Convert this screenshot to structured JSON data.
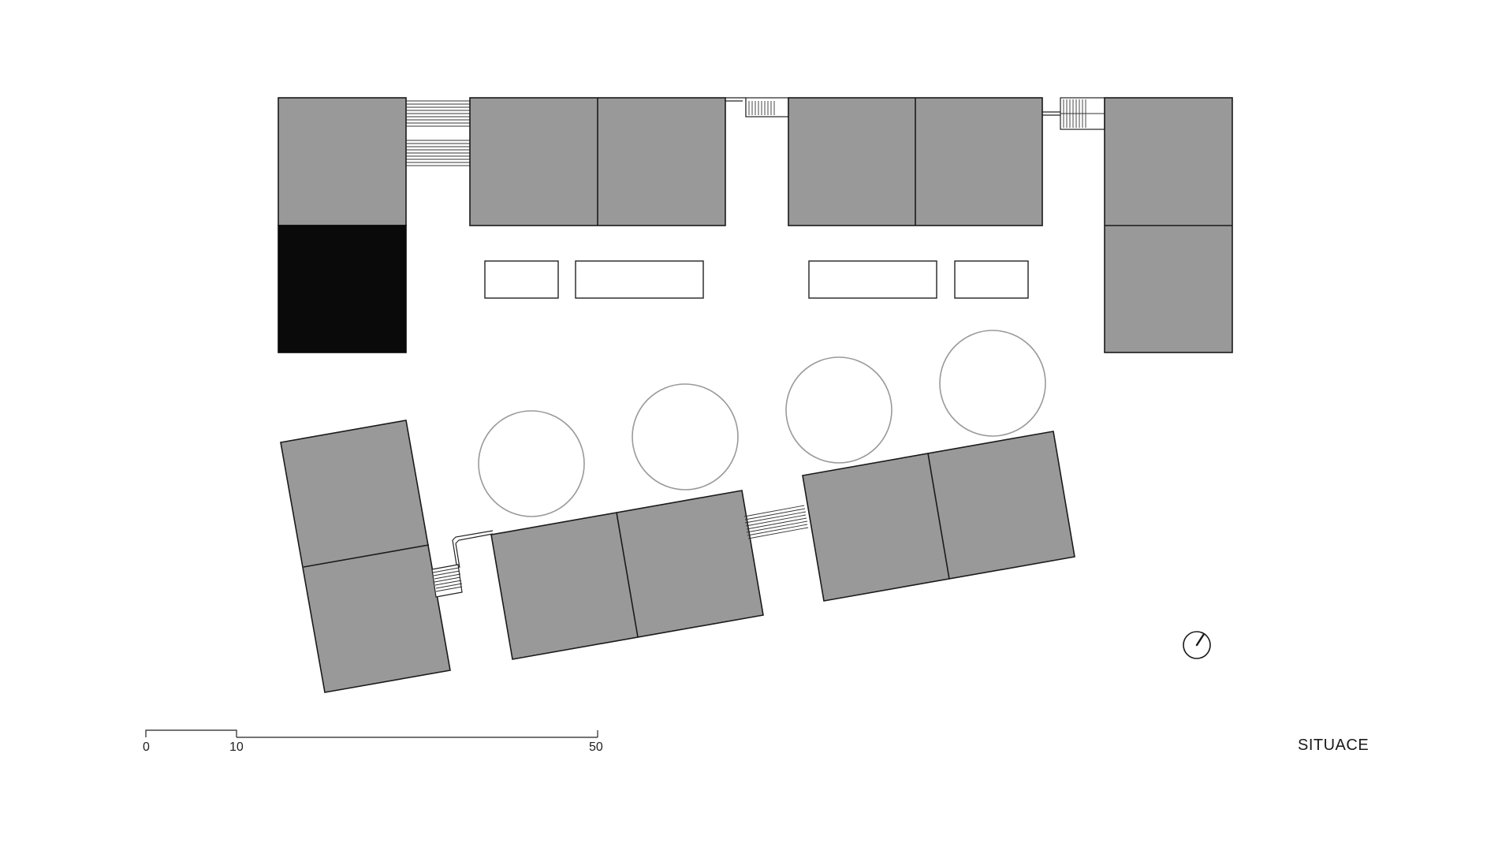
{
  "title": "SITUACE",
  "scale_bar": {
    "labels": [
      "0",
      "10",
      "50"
    ]
  },
  "icons": {
    "north_arrow": "north-arrow-icon"
  },
  "colors": {
    "building_fill": "#999999",
    "highlighted_building_fill": "#0a0a0a",
    "tree_outline": "#9a9a9a",
    "line": "#1a1a1a",
    "background": "#ffffff"
  }
}
